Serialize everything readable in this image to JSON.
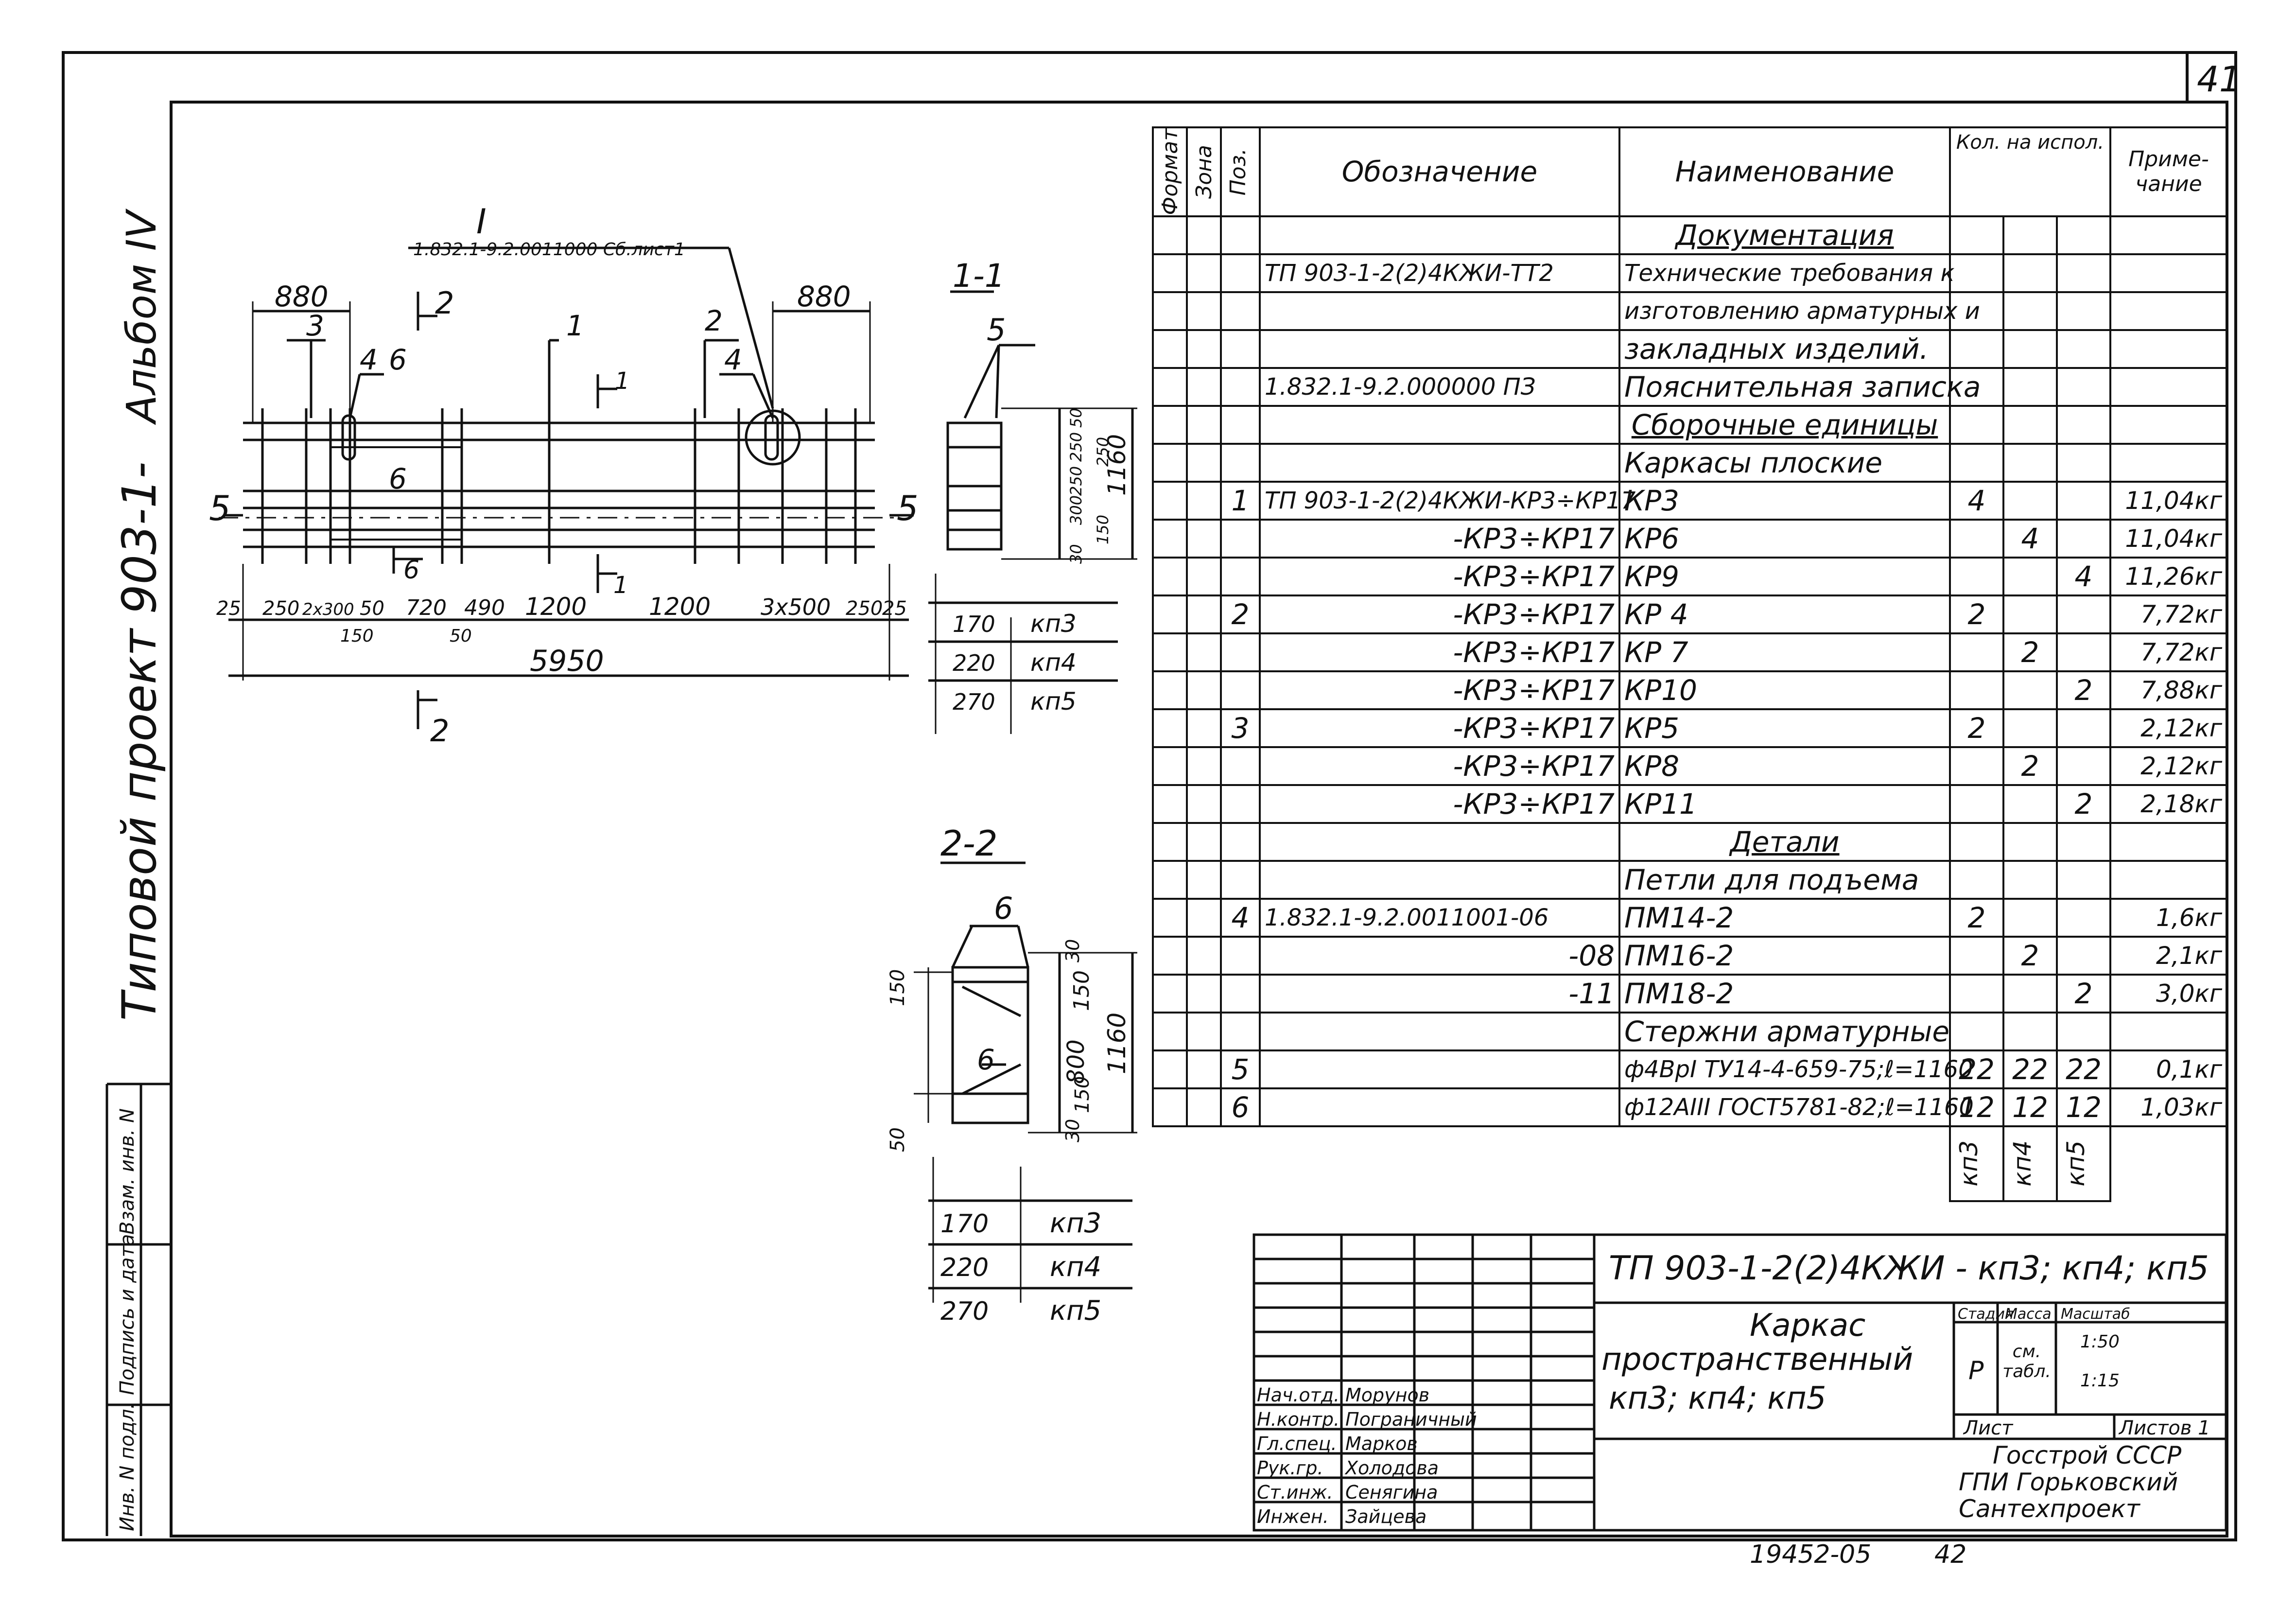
{
  "sheet": {
    "page_number": "41",
    "album": "Альбом IV",
    "project": "Типовой проект 903-1-",
    "left_strip": [
      "Инв. N подл.",
      "Подпись и дата",
      "Взам. инв. N"
    ],
    "bottom_code": "19452-05",
    "bottom_page": "42"
  },
  "drawing": {
    "section_marker": "I",
    "section_ref": "1.832.1-9.2.0011000 Сб.лист1",
    "dims_top": [
      "880",
      "880"
    ],
    "positions": [
      "1",
      "2",
      "3",
      "4",
      "5",
      "6"
    ],
    "cut_labels": [
      "2",
      "1",
      "2",
      "1"
    ],
    "dims_bottom": [
      "25",
      "250",
      "2х300",
      "50",
      "720",
      "490",
      "1200",
      "1200",
      "3х500",
      "250",
      "25"
    ],
    "dims_sub": [
      "150",
      "50"
    ],
    "total_length": "5950",
    "section_11": {
      "title": "1-1",
      "dims_right": [
        "50",
        "250",
        "250",
        "300",
        "250",
        "150",
        "30"
      ],
      "height": "1160",
      "widths": [
        {
          "w": "170",
          "name": "кп3"
        },
        {
          "w": "220",
          "name": "кп4"
        },
        {
          "w": "270",
          "name": "кп5"
        }
      ]
    },
    "section_22": {
      "title": "2-2",
      "dims_left": [
        "150",
        "50"
      ],
      "dims_right": [
        "30",
        "150",
        "800",
        "150",
        "30"
      ],
      "height": "1160",
      "widths": [
        {
          "w": "170",
          "name": "кп3"
        },
        {
          "w": "220",
          "name": "кп4"
        },
        {
          "w": "270",
          "name": "кп5"
        }
      ]
    }
  },
  "spec": {
    "headers": {
      "format": "Формат",
      "zone": "Зона",
      "pos": "Поз.",
      "designation": "Обозначение",
      "name": "Наименование",
      "qty": "Кол. на испол.",
      "note": "Приме-чание"
    },
    "rows": [
      {
        "pos": "",
        "des": "",
        "name": "Документация",
        "q1": "",
        "q2": "",
        "q3": "",
        "note": "",
        "section": true
      },
      {
        "pos": "",
        "des": "ТП 903-1-2(2)4КЖИ-ТТ2",
        "name": "Технические требования к",
        "q1": "",
        "q2": "",
        "q3": "",
        "note": ""
      },
      {
        "pos": "",
        "des": "",
        "name": "изготовлению арматурных и",
        "q1": "",
        "q2": "",
        "q3": "",
        "note": ""
      },
      {
        "pos": "",
        "des": "",
        "name": "закладных изделий.",
        "q1": "",
        "q2": "",
        "q3": "",
        "note": ""
      },
      {
        "pos": "",
        "des": "1.832.1-9.2.000000 ПЗ",
        "name": "Пояснительная записка",
        "q1": "",
        "q2": "",
        "q3": "",
        "note": ""
      },
      {
        "pos": "",
        "des": "",
        "name": "Сборочные единицы",
        "q1": "",
        "q2": "",
        "q3": "",
        "note": "",
        "section": true
      },
      {
        "pos": "",
        "des": "",
        "name": "Каркасы плоские",
        "q1": "",
        "q2": "",
        "q3": "",
        "note": ""
      },
      {
        "pos": "1",
        "des": "ТП 903-1-2(2)4КЖИ-КР3÷КР17",
        "name": "КР3",
        "q1": "4",
        "q2": "",
        "q3": "",
        "note": "11,04кг"
      },
      {
        "pos": "",
        "des": "-КР3÷КР17",
        "name": "КР6",
        "q1": "",
        "q2": "4",
        "q3": "",
        "note": "11,04кг"
      },
      {
        "pos": "",
        "des": "-КР3÷КР17",
        "name": "КР9",
        "q1": "",
        "q2": "",
        "q3": "4",
        "note": "11,26кг"
      },
      {
        "pos": "2",
        "des": "-КР3÷КР17",
        "name": "КР 4",
        "q1": "2",
        "q2": "",
        "q3": "",
        "note": "7,72кг"
      },
      {
        "pos": "",
        "des": "-КР3÷КР17",
        "name": "КР 7",
        "q1": "",
        "q2": "2",
        "q3": "",
        "note": "7,72кг"
      },
      {
        "pos": "",
        "des": "-КР3÷КР17",
        "name": "КР10",
        "q1": "",
        "q2": "",
        "q3": "2",
        "note": "7,88кг"
      },
      {
        "pos": "3",
        "des": "-КР3÷КР17",
        "name": "КР5",
        "q1": "2",
        "q2": "",
        "q3": "",
        "note": "2,12кг"
      },
      {
        "pos": "",
        "des": "-КР3÷КР17",
        "name": "КР8",
        "q1": "",
        "q2": "2",
        "q3": "",
        "note": "2,12кг"
      },
      {
        "pos": "",
        "des": "-КР3÷КР17",
        "name": "КР11",
        "q1": "",
        "q2": "",
        "q3": "2",
        "note": "2,18кг"
      },
      {
        "pos": "",
        "des": "",
        "name": "Детали",
        "q1": "",
        "q2": "",
        "q3": "",
        "note": "",
        "section": true
      },
      {
        "pos": "",
        "des": "",
        "name": "Петли для подъема",
        "q1": "",
        "q2": "",
        "q3": "",
        "note": ""
      },
      {
        "pos": "4",
        "des": "1.832.1-9.2.0011001-06",
        "name": "ПМ14-2",
        "q1": "2",
        "q2": "",
        "q3": "",
        "note": "1,6кг"
      },
      {
        "pos": "",
        "des": "-08",
        "name": "ПМ16-2",
        "q1": "",
        "q2": "2",
        "q3": "",
        "note": "2,1кг"
      },
      {
        "pos": "",
        "des": "-11",
        "name": "ПМ18-2",
        "q1": "",
        "q2": "",
        "q3": "2",
        "note": "3,0кг"
      },
      {
        "pos": "",
        "des": "",
        "name": "Стержни арматурные",
        "q1": "",
        "q2": "",
        "q3": "",
        "note": ""
      },
      {
        "pos": "5",
        "des": "",
        "name": "ф4ВрI ТУ14-4-659-75;ℓ=1160",
        "q1": "22",
        "q2": "22",
        "q3": "22",
        "note": "0,1кг"
      },
      {
        "pos": "6",
        "des": "",
        "name": "ф12АIII ГОСТ5781-82;ℓ=1160",
        "q1": "12",
        "q2": "12",
        "q3": "12",
        "note": "1,03кг"
      }
    ],
    "variants": [
      "кп3",
      "кп4",
      "кп5"
    ]
  },
  "stamp": {
    "code": "ТП 903-1-2(2)4КЖИ - кп3; кп4; кп5",
    "title_lines": [
      "Каркас",
      "пространственный",
      "кп3; кп4; кп5"
    ],
    "stage_label": "Стадия",
    "mass_label": "Масса",
    "scale_label": "Масштаб",
    "stage": "Р",
    "mass": "см. табл.",
    "scale": [
      "1:50",
      "1:15"
    ],
    "sheet_label": "Лист",
    "sheets_label": "Листов 1",
    "org": [
      "Госстрой СССР",
      "ГПИ Горьковский",
      "Сантехпроект"
    ],
    "staff": [
      {
        "role": "Нач.отд.",
        "name": "Морунов"
      },
      {
        "role": "Н.контр.",
        "name": "Пограничный"
      },
      {
        "role": "Гл.спец.",
        "name": "Марков"
      },
      {
        "role": "Рук.гр.",
        "name": "Холодова"
      },
      {
        "role": "Ст.инж.",
        "name": "Сенягина"
      },
      {
        "role": "Инжен.",
        "name": "Зайцева"
      }
    ]
  }
}
